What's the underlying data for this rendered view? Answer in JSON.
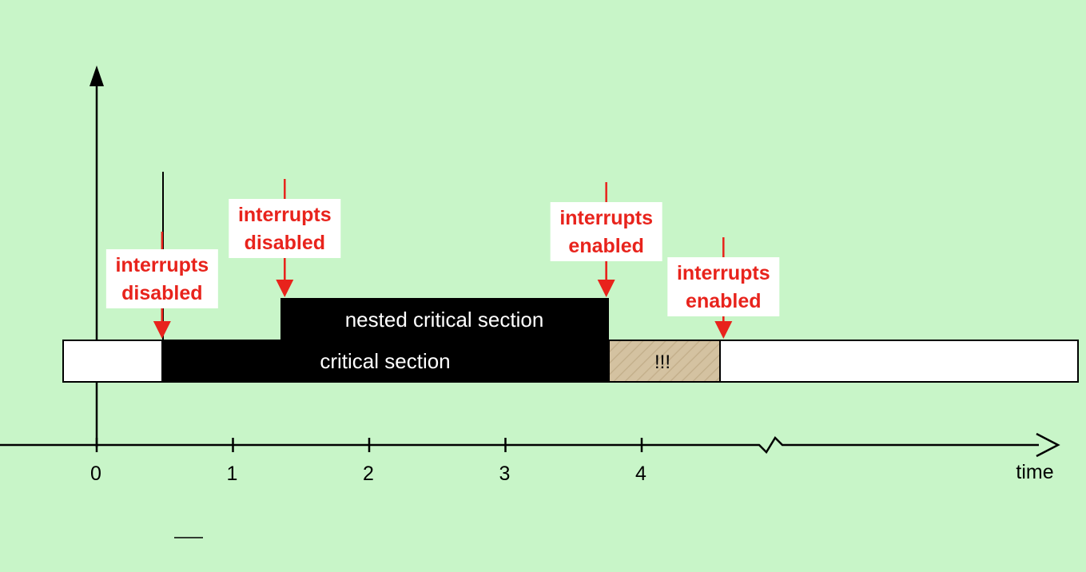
{
  "diagram": {
    "colors": {
      "background": "#c8f5c8",
      "annotation": "#e8231c",
      "section_fill": "#000000",
      "idle_fill": "#ffffff",
      "latency_fill": "#d4c2a1"
    },
    "time_axis": {
      "label": "time",
      "ticks": [
        "0",
        "1",
        "2",
        "3",
        "4"
      ],
      "break_after": 4
    },
    "sections": {
      "critical": "critical section",
      "nested": "nested critical section",
      "pending": "!!!"
    },
    "annotations": [
      {
        "line1": "interrupts",
        "line2": "disabled",
        "at_time": 0.48
      },
      {
        "line1": "interrupts",
        "line2": "disabled",
        "at_time": 1.38
      },
      {
        "line1": "interrupts",
        "line2": "enabled",
        "at_time": 3.74
      },
      {
        "line1": "interrupts",
        "line2": "enabled",
        "at_time": 4.6
      }
    ]
  }
}
